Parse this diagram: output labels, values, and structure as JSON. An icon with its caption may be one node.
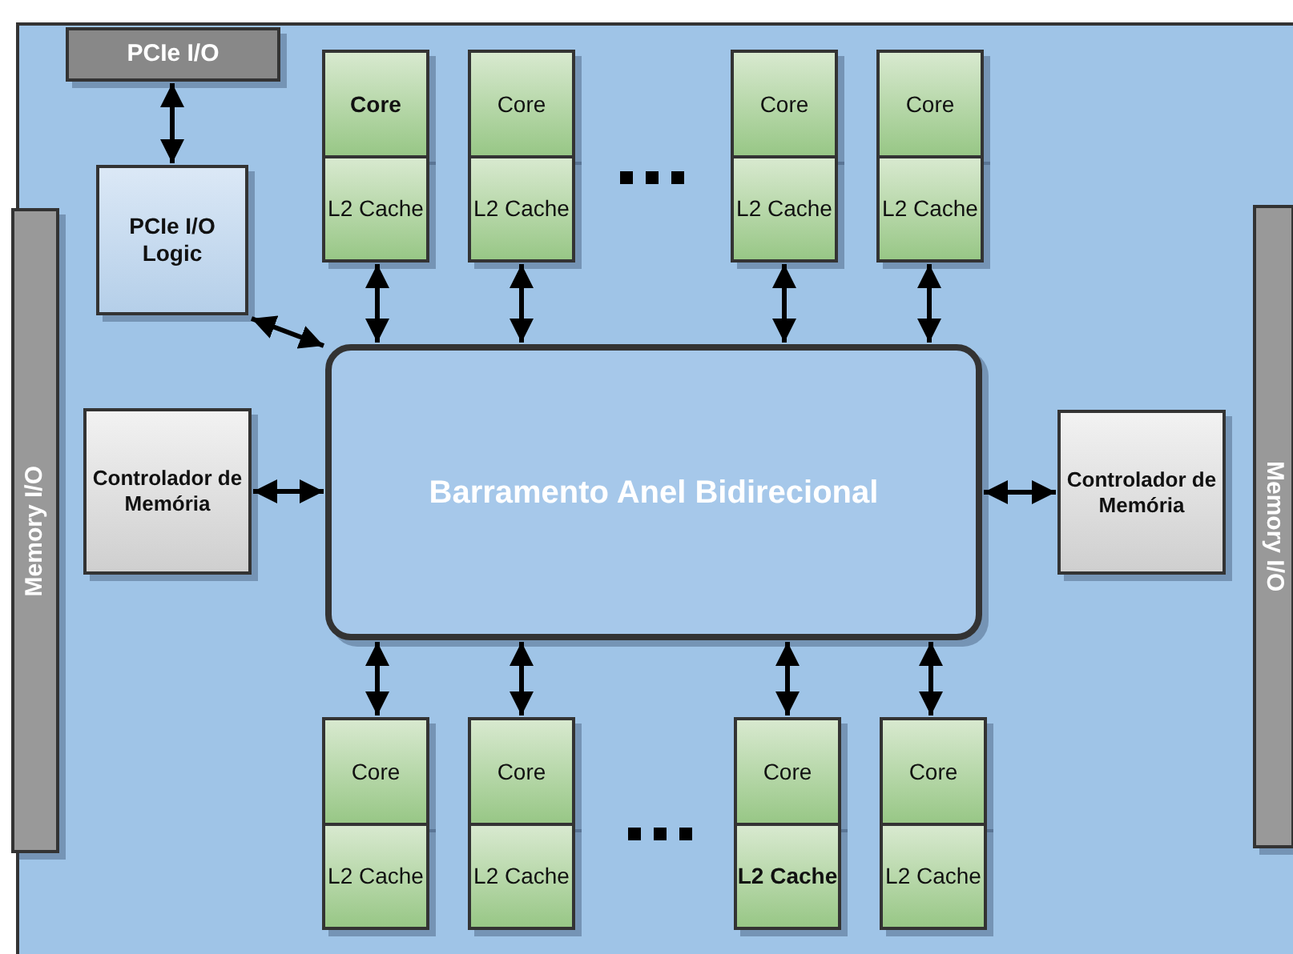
{
  "diagram": {
    "nodes": [
      {
        "text": [
          "PCIe I/O"
        ]
      },
      {
        "text": [
          "PCIe I/O Logic"
        ]
      },
      {
        "text": [
          "Memory I/O"
        ]
      },
      {
        "text": [
          "Memory I/O"
        ]
      },
      {
        "text": [
          "Controlador de Memória"
        ]
      },
      {
        "text": [
          "Controlador de Memória"
        ]
      },
      {
        "text": [
          "Barramento Anel Bidirecional"
        ]
      },
      {
        "text": [
          "Core"
        ]
      },
      {
        "text": [
          "L2 Cache"
        ]
      },
      {
        "text": [
          "Core"
        ]
      },
      {
        "text": [
          "L2 Cache"
        ]
      },
      {
        "text": [
          "Core"
        ]
      },
      {
        "text": [
          "L2 Cache"
        ]
      },
      {
        "text": [
          "Core"
        ]
      },
      {
        "text": [
          "L2 Cache"
        ]
      },
      {
        "text": [
          "Core"
        ]
      },
      {
        "text": [
          "L2 Cache"
        ]
      },
      {
        "text": [
          "Core"
        ]
      },
      {
        "text": [
          "L2 Cache"
        ]
      },
      {
        "text": [
          "Core"
        ]
      },
      {
        "text": [
          "L2 Cache"
        ]
      },
      {
        "text": [
          "Core"
        ]
      },
      {
        "text": [
          "L2 Cache"
        ]
      }
    ],
    "edges": [
      {
        "from": 0,
        "to": 1,
        "arrow": "both"
      },
      {
        "from": 1,
        "to": 6,
        "arrow": "both"
      },
      {
        "from": 8,
        "to": 6,
        "arrow": "both"
      },
      {
        "from": 10,
        "to": 6,
        "arrow": "both"
      },
      {
        "from": 12,
        "to": 6,
        "arrow": "both"
      },
      {
        "from": 14,
        "to": 6,
        "arrow": "both"
      },
      {
        "from": 4,
        "to": 6,
        "arrow": "both"
      },
      {
        "from": 6,
        "to": 5,
        "arrow": "both"
      },
      {
        "from": 6,
        "to": 15,
        "arrow": "both"
      },
      {
        "from": 6,
        "to": 17,
        "arrow": "both"
      },
      {
        "from": 6,
        "to": 19,
        "arrow": "both"
      },
      {
        "from": 6,
        "to": 21,
        "arrow": "both"
      }
    ]
  }
}
